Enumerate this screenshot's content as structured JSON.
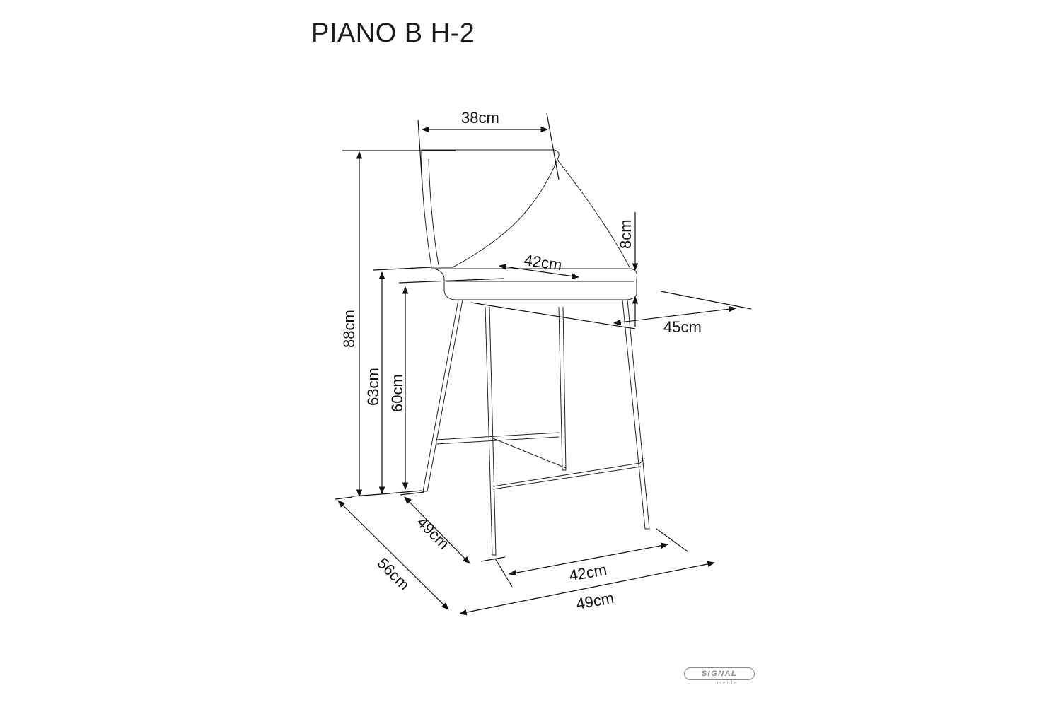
{
  "title": "PIANO B H-2",
  "dimensions": {
    "backrest_width": "38cm",
    "backrest_depth": "8cm",
    "seat_width": "42cm",
    "seat_depth": "45cm",
    "total_height": "88cm",
    "seat_height_front": "63cm",
    "seat_height": "60cm",
    "base_depth": "49cm",
    "total_depth": "56cm",
    "base_width": "42cm",
    "total_width": "49cm"
  },
  "logo": {
    "brand": "SIGNAL",
    "sub": "meble"
  }
}
